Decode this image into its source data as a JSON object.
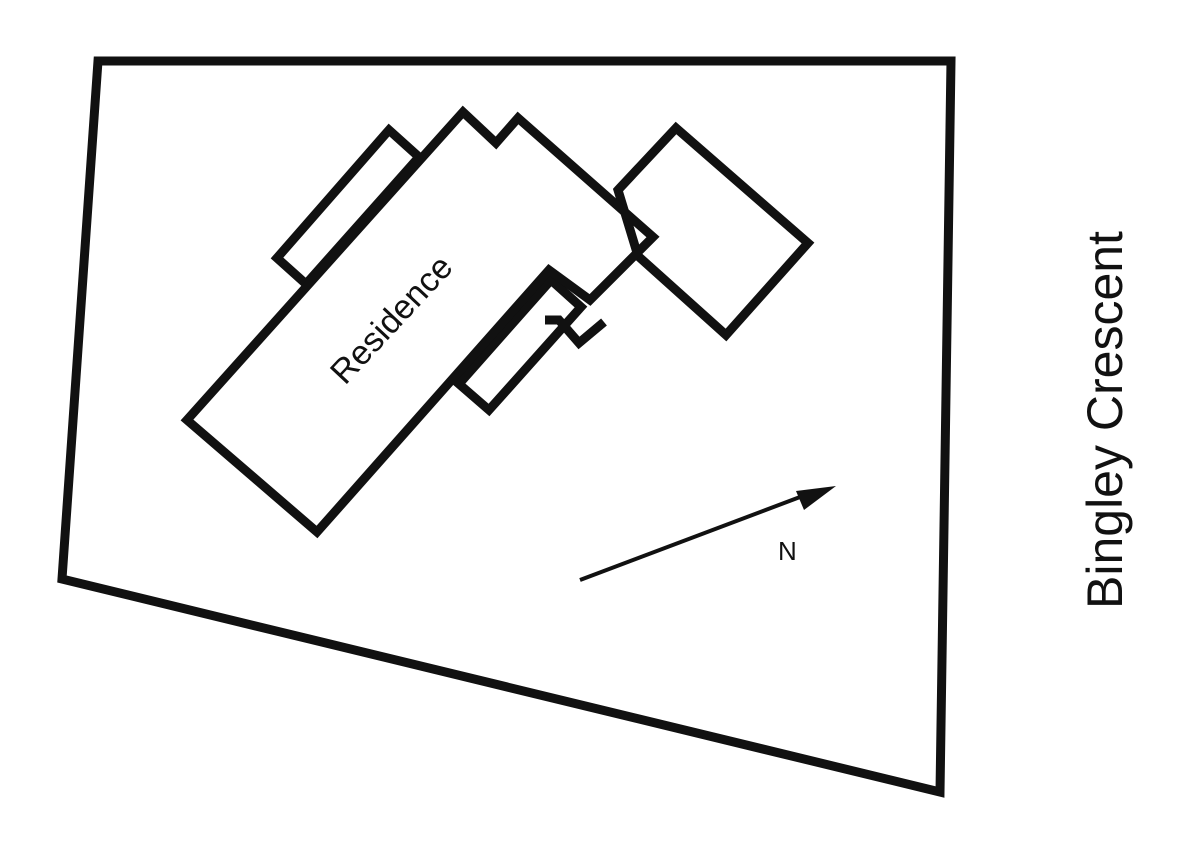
{
  "map": {
    "building_label": "Residence",
    "street_label": "Bingley Crescent",
    "north_label": "N"
  },
  "colors": {
    "ink": "#111111",
    "background": "#ffffff"
  }
}
